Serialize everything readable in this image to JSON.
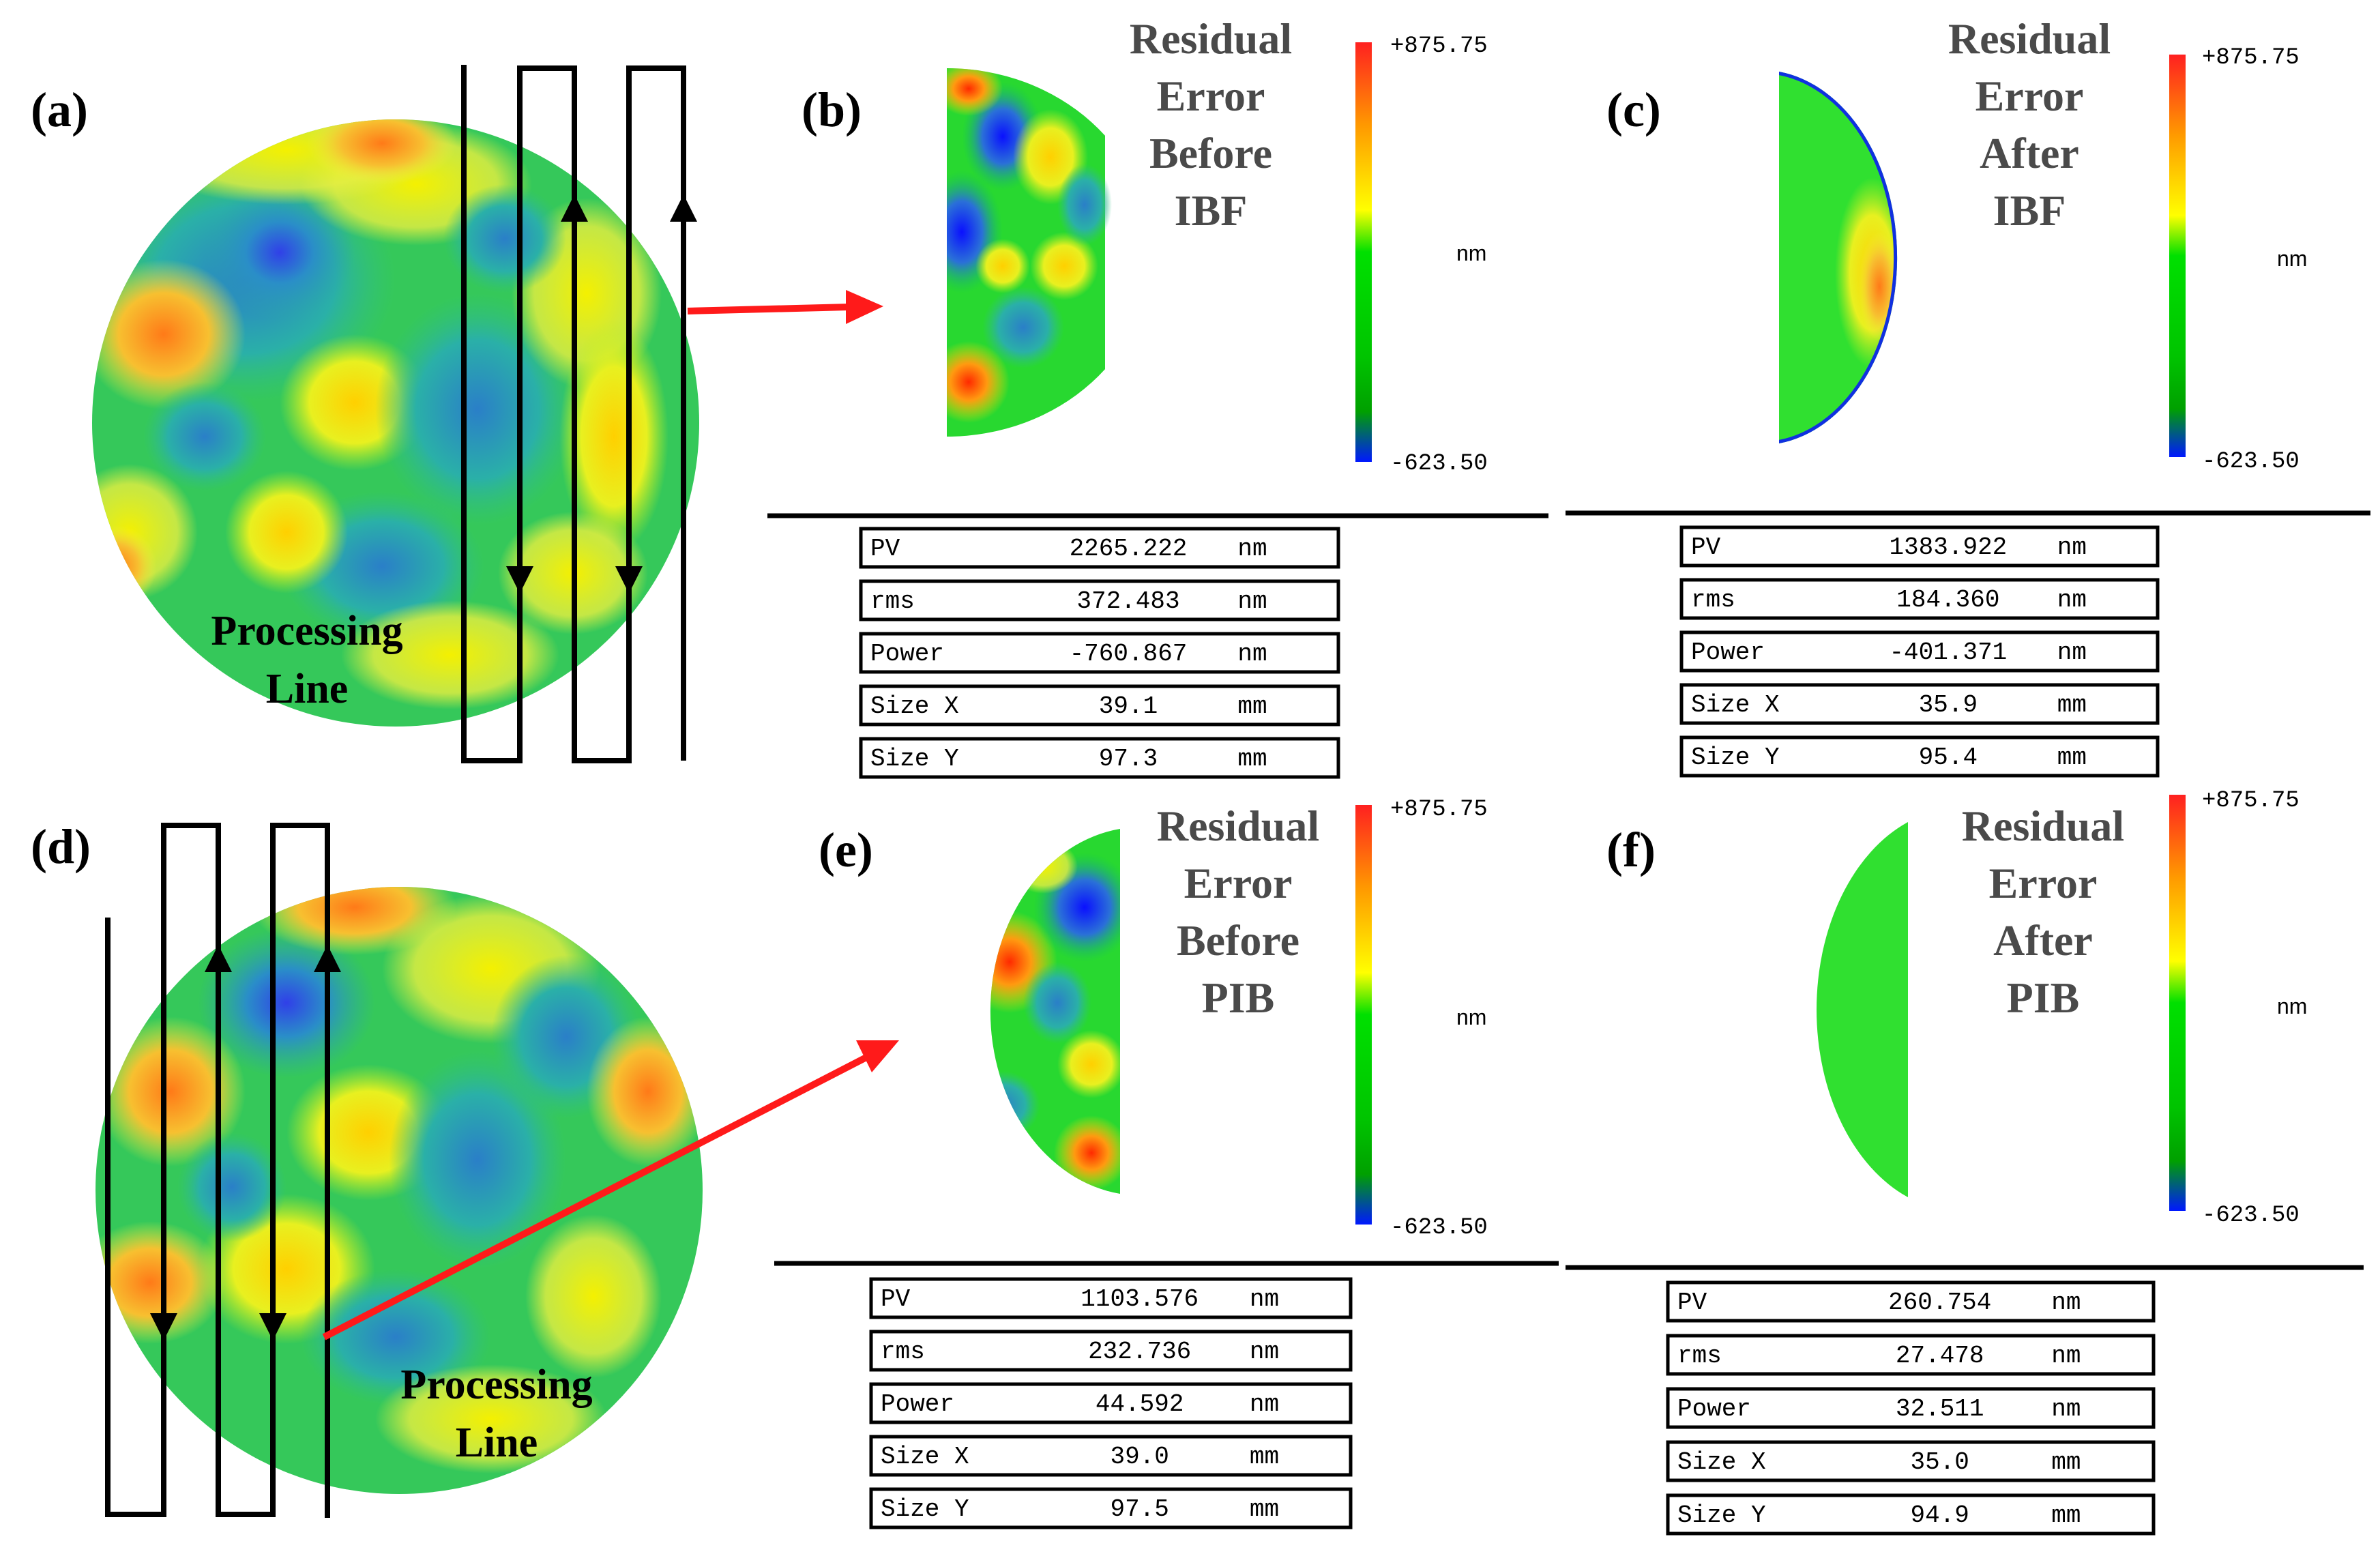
{
  "panels": {
    "a": {
      "label": "(a)",
      "processing_line": [
        "Processing",
        "Line"
      ]
    },
    "b": {
      "label": "(b)",
      "title": [
        "Residual",
        "Error",
        "Before",
        "IBF"
      ],
      "scale": {
        "max": "+875.75",
        "unit": "nm",
        "min": "-623.50"
      },
      "stats": [
        {
          "name": "PV",
          "value": "2265.222",
          "unit": "nm"
        },
        {
          "name": "rms",
          "value": "372.483",
          "unit": "nm"
        },
        {
          "name": "Power",
          "value": "-760.867",
          "unit": "nm"
        },
        {
          "name": "Size X",
          "value": "39.1",
          "unit": "mm"
        },
        {
          "name": "Size Y",
          "value": "97.3",
          "unit": "mm"
        }
      ]
    },
    "c": {
      "label": "(c)",
      "title": [
        "Residual",
        "Error",
        "After",
        "IBF"
      ],
      "scale": {
        "max": "+875.75",
        "unit": "nm",
        "min": "-623.50"
      },
      "stats": [
        {
          "name": "PV",
          "value": "1383.922",
          "unit": "nm"
        },
        {
          "name": "rms",
          "value": "184.360",
          "unit": "nm"
        },
        {
          "name": "Power",
          "value": "-401.371",
          "unit": "nm"
        },
        {
          "name": "Size X",
          "value": "35.9",
          "unit": "mm"
        },
        {
          "name": "Size Y",
          "value": "95.4",
          "unit": "mm"
        }
      ]
    },
    "d": {
      "label": "(d)",
      "processing_line": [
        "Processing",
        "Line"
      ]
    },
    "e": {
      "label": "(e)",
      "title": [
        "Residual",
        "Error",
        "Before",
        "PIB"
      ],
      "scale": {
        "max": "+875.75",
        "unit": "nm",
        "min": "-623.50"
      },
      "stats": [
        {
          "name": "PV",
          "value": "1103.576",
          "unit": "nm"
        },
        {
          "name": "rms",
          "value": "232.736",
          "unit": "nm"
        },
        {
          "name": "Power",
          "value": "44.592",
          "unit": "nm"
        },
        {
          "name": "Size X",
          "value": "39.0",
          "unit": "mm"
        },
        {
          "name": "Size Y",
          "value": "97.5",
          "unit": "mm"
        }
      ]
    },
    "f": {
      "label": "(f)",
      "title": [
        "Residual",
        "Error",
        "After",
        "PIB"
      ],
      "scale": {
        "max": "+875.75",
        "unit": "nm",
        "min": "-623.50"
      },
      "stats": [
        {
          "name": "PV",
          "value": "260.754",
          "unit": "nm"
        },
        {
          "name": "rms",
          "value": "27.478",
          "unit": "nm"
        },
        {
          "name": "Power",
          "value": "32.511",
          "unit": "nm"
        },
        {
          "name": "Size X",
          "value": "35.0",
          "unit": "mm"
        },
        {
          "name": "Size Y",
          "value": "94.9",
          "unit": "mm"
        }
      ]
    }
  },
  "colors": {
    "high": "#ff0000",
    "upper": "#ff9a00",
    "mid_high": "#ffff00",
    "mid": "#00e400",
    "low": "#2fb0b8",
    "lowest": "#1020ff",
    "arrow": "#ff1a1a"
  }
}
